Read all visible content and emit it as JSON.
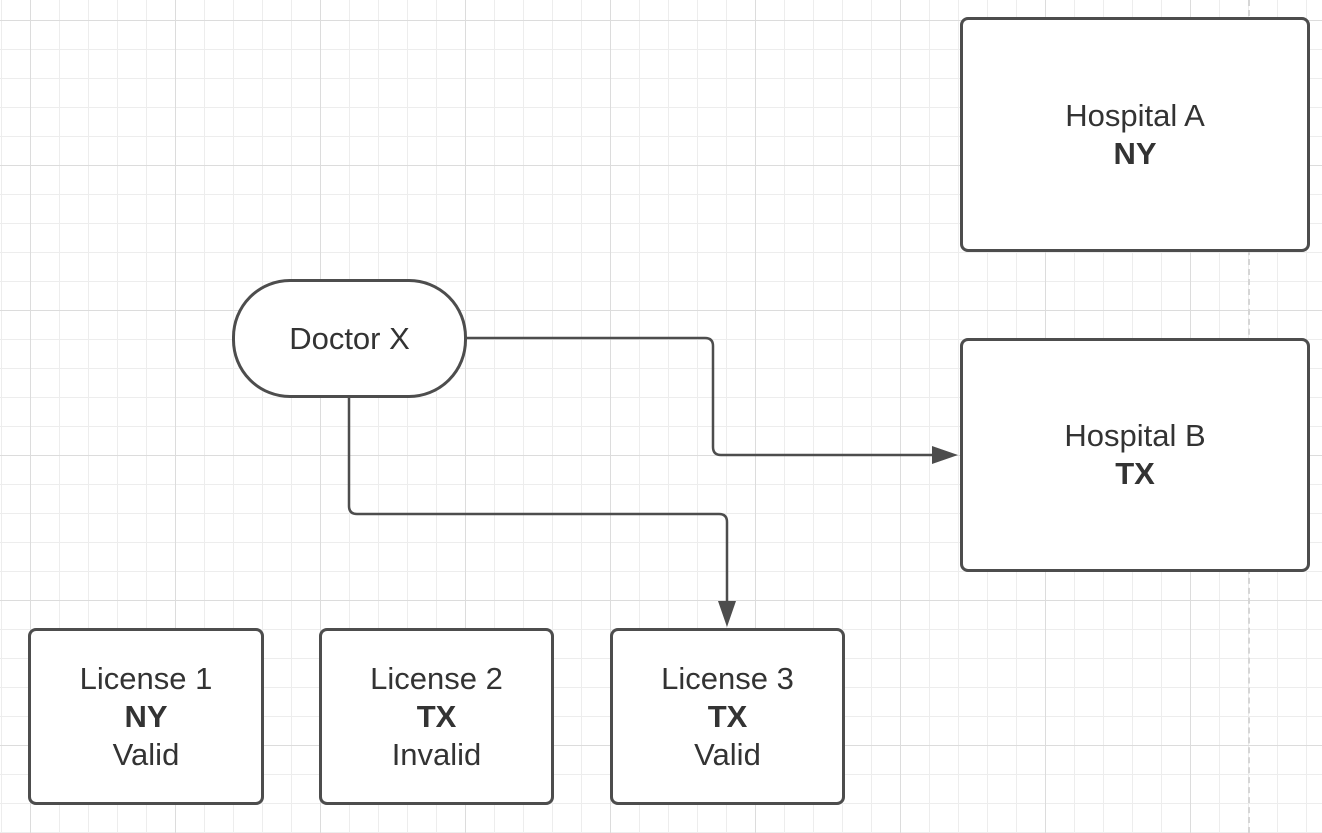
{
  "hospitals": [
    {
      "name": "Hospital A",
      "state": "NY"
    },
    {
      "name": "Hospital B",
      "state": "TX"
    }
  ],
  "doctor": {
    "name": "Doctor X"
  },
  "licenses": [
    {
      "name": "License 1",
      "state": "NY",
      "status": "Valid"
    },
    {
      "name": "License 2",
      "state": "TX",
      "status": "Invalid"
    },
    {
      "name": "License 3",
      "state": "TX",
      "status": "Valid"
    }
  ],
  "connectors": [
    {
      "from": "Doctor X",
      "to": "Hospital B"
    },
    {
      "from": "Doctor X",
      "to": "License 3"
    }
  ],
  "colors": {
    "stroke": "#4d4d4d",
    "text": "#333333",
    "grid": "#dcdcdc"
  }
}
